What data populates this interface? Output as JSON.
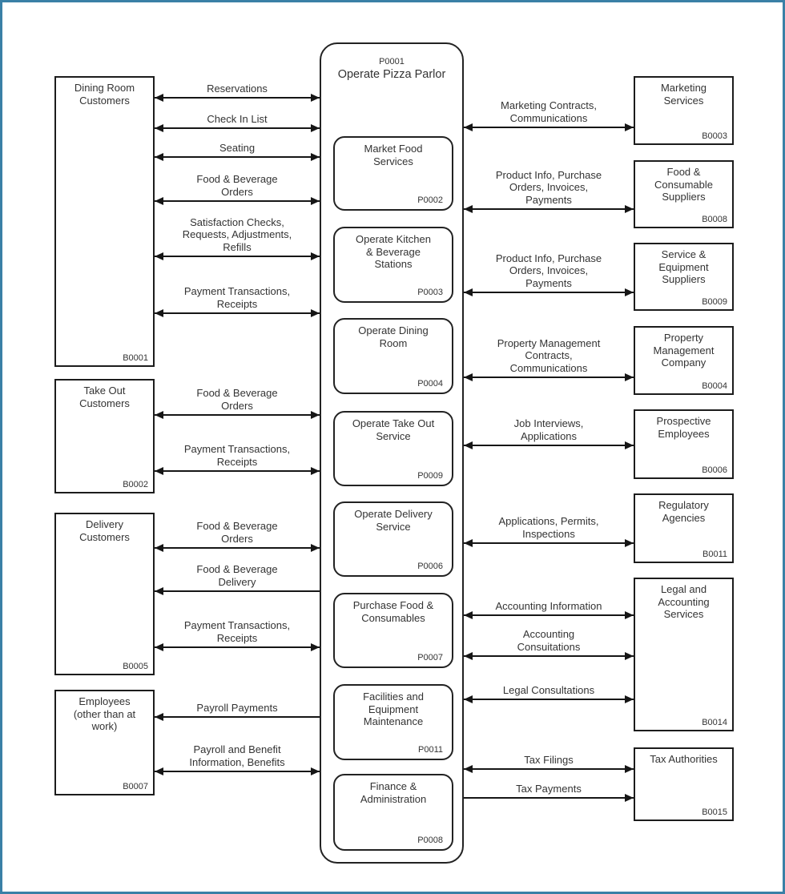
{
  "colors": {
    "page_border": "#3a80a6",
    "line": "#161616",
    "text": "#333333",
    "background": "#ffffff"
  },
  "diagram": {
    "context_process": {
      "code": "P0001",
      "label": "Operate Pizza Parlor"
    },
    "processes": [
      {
        "code": "P0002",
        "label": "Market Food\nServices"
      },
      {
        "code": "P0003",
        "label": "Operate Kitchen\n& Beverage\nStations"
      },
      {
        "code": "P0004",
        "label": "Operate Dining\nRoom"
      },
      {
        "code": "P0009",
        "label": "Operate Take Out\nService"
      },
      {
        "code": "P0006",
        "label": "Operate Delivery\nService"
      },
      {
        "code": "P0007",
        "label": "Purchase Food &\nConsumables"
      },
      {
        "code": "P0011",
        "label": "Facilities and\nEquipment\nMaintenance"
      },
      {
        "code": "P0008",
        "label": "Finance &\nAdministration"
      }
    ],
    "external_entities_left": [
      {
        "code": "B0001",
        "label": "Dining Room\nCustomers"
      },
      {
        "code": "B0002",
        "label": "Take Out\nCustomers"
      },
      {
        "code": "B0005",
        "label": "Delivery\nCustomers"
      },
      {
        "code": "B0007",
        "label": "Employees\n(other than at\nwork)"
      }
    ],
    "external_entities_right": [
      {
        "code": "B0003",
        "label": "Marketing\nServices"
      },
      {
        "code": "B0008",
        "label": "Food &\nConsumable\nSuppliers"
      },
      {
        "code": "B0009",
        "label": "Service &\nEquipment\nSuppliers"
      },
      {
        "code": "B0004",
        "label": "Property\nManagement\nCompany"
      },
      {
        "code": "B0006",
        "label": "Prospective\nEmployees"
      },
      {
        "code": "B0011",
        "label": "Regulatory\nAgencies"
      },
      {
        "code": "B0014",
        "label": "Legal and\nAccounting\nServices"
      },
      {
        "code": "B0015",
        "label": "Tax Authorities"
      }
    ],
    "flows_left": [
      {
        "entity": "B0001",
        "label": "Reservations",
        "direction": "both"
      },
      {
        "entity": "B0001",
        "label": "Check In List",
        "direction": "both"
      },
      {
        "entity": "B0001",
        "label": "Seating",
        "direction": "both"
      },
      {
        "entity": "B0001",
        "label": "Food & Beverage\nOrders",
        "direction": "both"
      },
      {
        "entity": "B0001",
        "label": "Satisfaction Checks,\nRequests, Adjustments,\nRefills",
        "direction": "both"
      },
      {
        "entity": "B0001",
        "label": "Payment Transactions,\nReceipts",
        "direction": "both"
      },
      {
        "entity": "B0002",
        "label": "Food & Beverage\nOrders",
        "direction": "both"
      },
      {
        "entity": "B0002",
        "label": "Payment Transactions,\nReceipts",
        "direction": "both"
      },
      {
        "entity": "B0005",
        "label": "Food & Beverage\nOrders",
        "direction": "both"
      },
      {
        "entity": "B0005",
        "label": "Food & Beverage\nDelivery",
        "direction": "to-left"
      },
      {
        "entity": "B0005",
        "label": "Payment Transactions,\nReceipts",
        "direction": "both"
      },
      {
        "entity": "B0007",
        "label": "Payroll Payments",
        "direction": "to-left"
      },
      {
        "entity": "B0007",
        "label": "Payroll and Benefit\nInformation, Benefits",
        "direction": "both"
      }
    ],
    "flows_right": [
      {
        "entity": "B0003",
        "label": "Marketing Contracts,\nCommunications",
        "direction": "both"
      },
      {
        "entity": "B0008",
        "label": "Product Info, Purchase\nOrders, Invoices,\nPayments",
        "direction": "both"
      },
      {
        "entity": "B0009",
        "label": "Product Info, Purchase\nOrders, Invoices,\nPayments",
        "direction": "both"
      },
      {
        "entity": "B0004",
        "label": "Property Management\nContracts,\nCommunications",
        "direction": "both"
      },
      {
        "entity": "B0006",
        "label": "Job Interviews,\nApplications",
        "direction": "both"
      },
      {
        "entity": "B0011",
        "label": "Applications, Permits,\nInspections",
        "direction": "both"
      },
      {
        "entity": "B0014",
        "label": "Accounting Information",
        "direction": "both"
      },
      {
        "entity": "B0014",
        "label": "Accounting\nConsuitations",
        "direction": "both"
      },
      {
        "entity": "B0014",
        "label": "Legal Consultations",
        "direction": "both"
      },
      {
        "entity": "B0015",
        "label": "Tax Filings",
        "direction": "both"
      },
      {
        "entity": "B0015",
        "label": "Tax Payments",
        "direction": "to-right"
      }
    ]
  }
}
